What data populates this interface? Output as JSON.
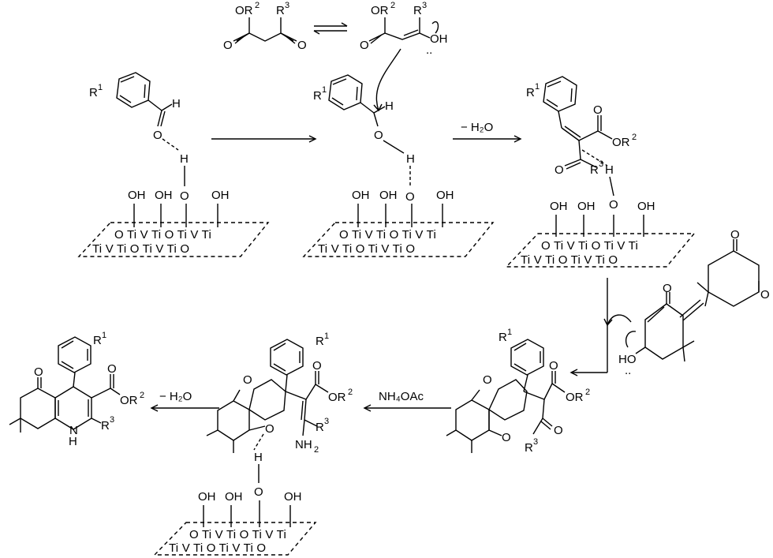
{
  "reagents": {
    "ketoester": {
      "or": "OR",
      "or_sup": "2",
      "r": "R",
      "r_sup": "3",
      "o": "O",
      "o2": "O"
    },
    "enol": {
      "or": "OR",
      "or_sup": "2",
      "r": "R",
      "r_sup": "3",
      "o": "O",
      "oh": "OH",
      "lone_pair": ".."
    },
    "dimedone": {
      "o1": "O",
      "o2": "O"
    },
    "dimedone_enol": {
      "o": "O",
      "ho": "HO",
      "lone_pair": ".."
    }
  },
  "aldehyde": {
    "r": "R",
    "r_sup": "1",
    "h": "H",
    "o": "O",
    "surface_h": "H",
    "surface_o": "O"
  },
  "activated": {
    "r": "R",
    "r_sup": "1",
    "h": "H",
    "o": "O",
    "surface_h": "H",
    "surface_o": "O"
  },
  "knoevenagel": {
    "r": "R",
    "r_sup": "1",
    "or": "OR",
    "or_sup": "2",
    "r3": "R",
    "r3_sup": "3",
    "o": "O",
    "h": "H",
    "surface_o": "O"
  },
  "michael": {
    "r": "R",
    "r_sup": "1",
    "or": "OR",
    "or_sup": "2",
    "r3": "R",
    "r3_sup": "3",
    "o1": "O",
    "o2": "O",
    "o3": "O",
    "o4": "O"
  },
  "enamine": {
    "r": "R",
    "r_sup": "1",
    "or": "OR",
    "or_sup": "2",
    "r3": "R",
    "r3_sup": "3",
    "nh2": "NH",
    "nh2_sub": "2",
    "o1": "O",
    "o2": "O",
    "o3": "O",
    "h": "H",
    "surface_o": "O"
  },
  "product": {
    "r": "R",
    "r_sup": "1",
    "or": "OR",
    "or_sup": "2",
    "r3": "R",
    "r3_sup": "3",
    "o1": "O",
    "o2": "O",
    "n": "N",
    "h": "H"
  },
  "arrows": {
    "water1": "− H₂O",
    "nh4oac": "NH₄OAc",
    "water2": "− H₂O"
  },
  "surface": {
    "oh": "OH",
    "o": "O",
    "row1": "O Ti V Ti O Ti V Ti",
    "row2": "Ti V Ti O Ti V Ti O"
  }
}
